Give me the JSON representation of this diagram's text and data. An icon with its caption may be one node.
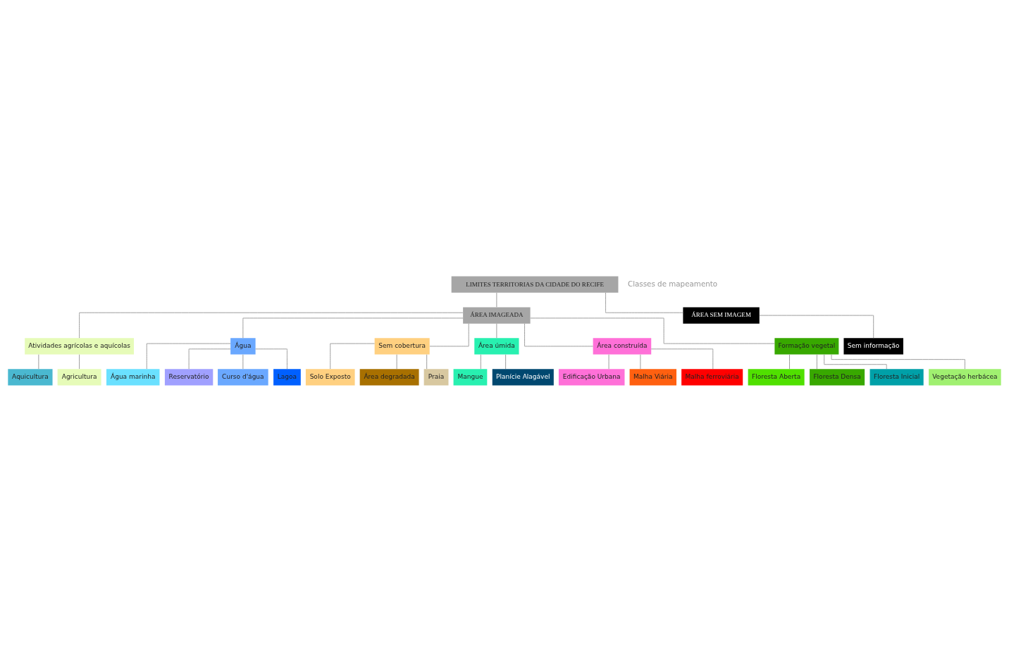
{
  "diagram": {
    "nodes": [
      {
        "text": [
          "LIMITES TERRITORIAS DA CIDADE DO RECIFE"
        ]
      },
      {
        "text": [
          "ÁREA IMAGEADA"
        ]
      },
      {
        "text": [
          "ÁREA SEM IMAGEM"
        ]
      },
      {
        "text": [
          "Atividades agrícolas e aquícolas"
        ]
      },
      {
        "text": [
          "Água"
        ]
      },
      {
        "text": [
          "Sem cobertura"
        ]
      },
      {
        "text": [
          "Área úmida"
        ]
      },
      {
        "text": [
          "Área construída"
        ]
      },
      {
        "text": [
          "Formação vegetal"
        ]
      },
      {
        "text": [
          "Aquicultura"
        ]
      },
      {
        "text": [
          "Agricultura"
        ]
      },
      {
        "text": [
          "Água marinha"
        ]
      },
      {
        "text": [
          "Reservatório"
        ]
      },
      {
        "text": [
          "Curso d'água"
        ]
      },
      {
        "text": [
          "Lagoa"
        ]
      },
      {
        "text": [
          "Solo Exposto"
        ]
      },
      {
        "text": [
          "Área degradada"
        ]
      },
      {
        "text": [
          "Praia"
        ]
      },
      {
        "text": [
          "Mangue"
        ]
      },
      {
        "text": [
          "Planície Alagável"
        ]
      },
      {
        "text": [
          "Edificação Urbana"
        ]
      },
      {
        "text": [
          "Malha Viária"
        ]
      },
      {
        "text": [
          "Malha ferroviária"
        ]
      },
      {
        "text": [
          "Floresta Aberta"
        ]
      },
      {
        "text": [
          "Floresta Densa"
        ]
      },
      {
        "text": [
          "Floresta Inicial"
        ]
      },
      {
        "text": [
          "Vegetação herbácea"
        ]
      },
      {
        "text": [
          "Sem informação"
        ]
      }
    ],
    "edges": [
      {
        "from": 0,
        "to": 1,
        "arrow": "none"
      },
      {
        "from": 0,
        "to": 2,
        "arrow": "none"
      },
      {
        "from": 1,
        "to": 3,
        "arrow": "none"
      },
      {
        "from": 1,
        "to": 4,
        "arrow": "none"
      },
      {
        "from": 1,
        "to": 5,
        "arrow": "none"
      },
      {
        "from": 1,
        "to": 6,
        "arrow": "none"
      },
      {
        "from": 1,
        "to": 7,
        "arrow": "none"
      },
      {
        "from": 1,
        "to": 8,
        "arrow": "none"
      },
      {
        "from": 3,
        "to": 9,
        "arrow": "none"
      },
      {
        "from": 3,
        "to": 10,
        "arrow": "none"
      },
      {
        "from": 4,
        "to": 11,
        "arrow": "none"
      },
      {
        "from": 4,
        "to": 12,
        "arrow": "none"
      },
      {
        "from": 4,
        "to": 13,
        "arrow": "none"
      },
      {
        "from": 4,
        "to": 14,
        "arrow": "none"
      },
      {
        "from": 5,
        "to": 15,
        "arrow": "none"
      },
      {
        "from": 5,
        "to": 16,
        "arrow": "none"
      },
      {
        "from": 5,
        "to": 17,
        "arrow": "none"
      },
      {
        "from": 6,
        "to": 18,
        "arrow": "none"
      },
      {
        "from": 6,
        "to": 19,
        "arrow": "none"
      },
      {
        "from": 7,
        "to": 20,
        "arrow": "none"
      },
      {
        "from": 7,
        "to": 21,
        "arrow": "none"
      },
      {
        "from": 7,
        "to": 22,
        "arrow": "none"
      },
      {
        "from": 8,
        "to": 23,
        "arrow": "none"
      },
      {
        "from": 8,
        "to": 24,
        "arrow": "none"
      },
      {
        "from": 8,
        "to": 25,
        "arrow": "none"
      },
      {
        "from": 8,
        "to": 26,
        "arrow": "none"
      },
      {
        "from": 2,
        "to": 27,
        "arrow": "none"
      }
    ],
    "labels": [
      "Classes de mapeamento"
    ]
  }
}
